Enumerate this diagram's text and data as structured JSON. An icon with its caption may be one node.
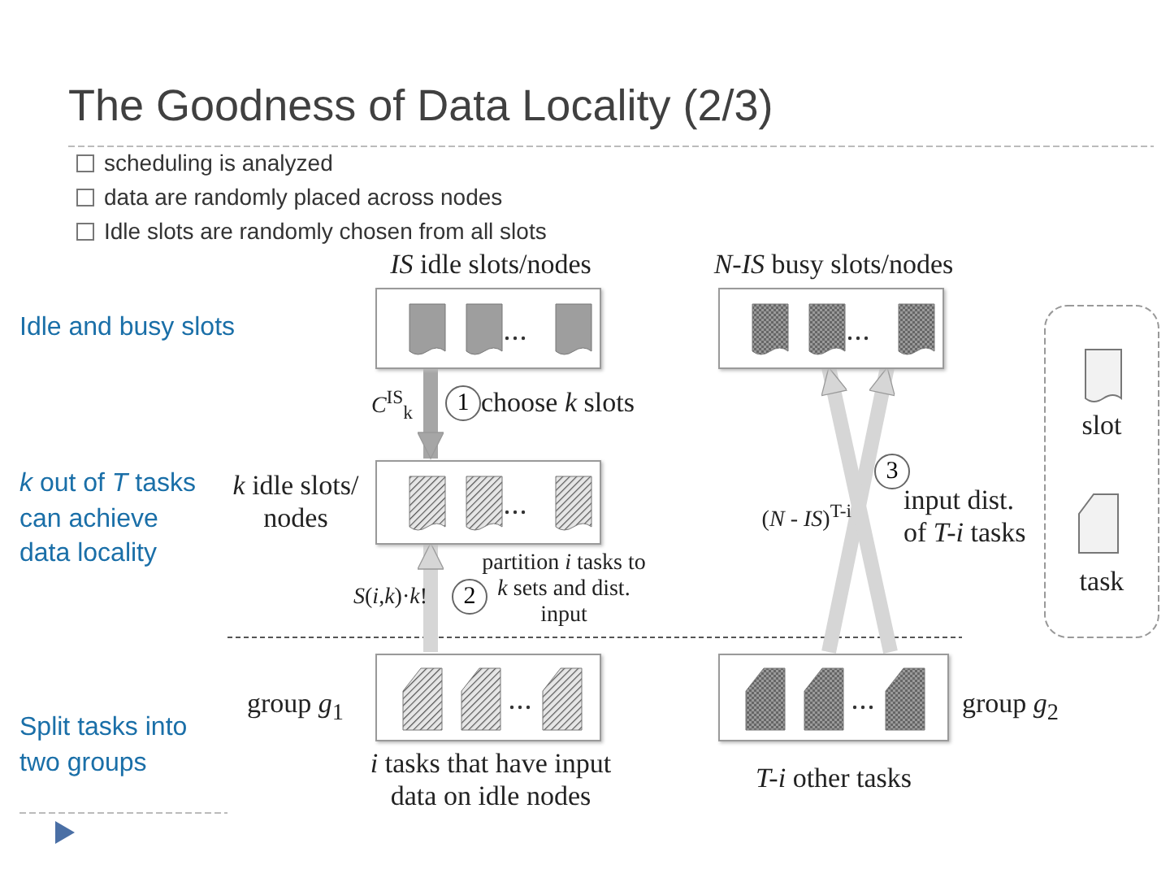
{
  "diagram": {
    "title": "The Goodness of Data Locality (2/3)",
    "nodes": [
      {
        "text": [
          "*IS* idle slots/nodes"
        ]
      },
      {
        "text": [
          "*N-IS* busy slots/nodes"
        ]
      },
      {
        "text": [
          "*k* idle slots/ nodes"
        ]
      },
      {
        "text": [
          "group *g*$_{1}$",
          "*i* tasks that have input data on idle nodes"
        ]
      },
      {
        "text": [
          "group *g*$_{2}$",
          "*T-i* other tasks"
        ]
      }
    ],
    "edges": [
      {
        "from": 0,
        "to": 2,
        "arrow": "to",
        "color": "#a6a6a6",
        "label": "choose *k* slots"
      },
      {
        "from": 3,
        "to": 2,
        "arrow": "to",
        "label": "partition *i* tasks to *k* sets and dist. input"
      },
      {
        "from": 4,
        "to": 1,
        "arrow": "to",
        "label": "input dist. of *T-i* tasks"
      },
      {
        "from": 4,
        "to": 1,
        "arrow": "to"
      }
    ],
    "labels": [
      "scheduling is analyzed",
      "data are randomly placed across nodes",
      "Idle slots are randomly chosen from all slots",
      "Idle and busy slots",
      "*k* out of *T* tasks can achieve data locality",
      "Split tasks into two groups",
      "1",
      "*C*$^{IS}$$_{k}$",
      "2",
      "*S*(*i*,*k*)·*k*!",
      "3",
      "(*N* - *IS*)$^{T-i}$"
    ],
    "legend": [
      {
        "text": "slot"
      },
      {
        "text": "task"
      }
    ]
  }
}
